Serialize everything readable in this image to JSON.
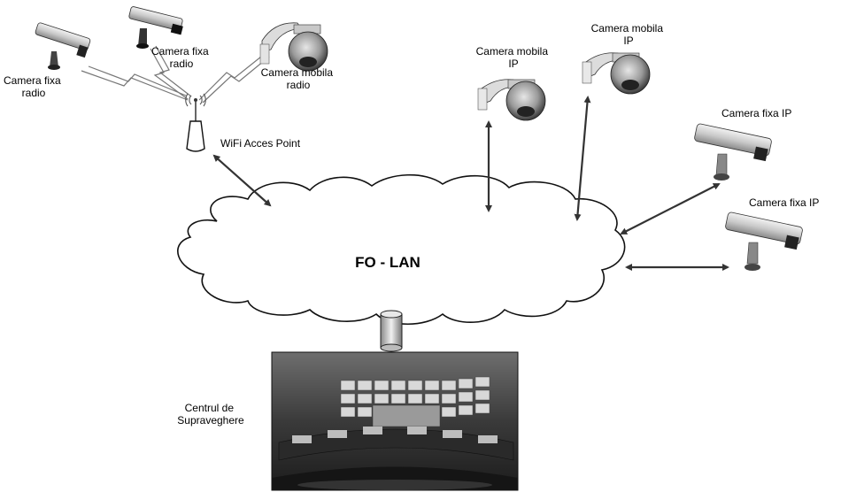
{
  "labels": {
    "cam_fix_radio_left": "Camera fixa radio",
    "cam_fix_radio_top": "Camera fixa radio",
    "cam_mob_radio": "Camera mobila radio",
    "wifi_ap": "WiFi Acces Point",
    "cam_mob_ip_1": "Camera mobila IP",
    "cam_mob_ip_2": "Camera mobila IP",
    "cam_fix_ip_1": "Camera fixa IP",
    "cam_fix_ip_2": "Camera fixa IP",
    "network": "FO - LAN",
    "control_center": "Centrul de Supraveghere"
  },
  "icons": {
    "fixed_camera": "fixed-camera-icon",
    "dome_camera": "dome-camera-icon",
    "access_point": "wifi-access-point-icon",
    "cloud": "network-cloud-icon",
    "connector": "fiber-connector-icon",
    "monitoring_room": "monitoring-room-photo"
  }
}
